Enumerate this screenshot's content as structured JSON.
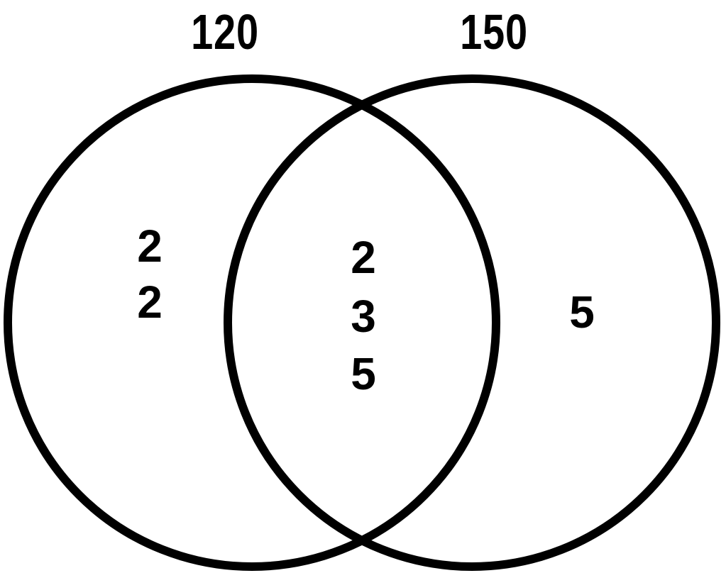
{
  "diagram": {
    "type": "venn",
    "description": "Two-circle Venn diagram of prime factors",
    "left_set_label": "120",
    "right_set_label": "150",
    "left_only_factors": [
      "2",
      "2"
    ],
    "shared_factors": [
      "2",
      "3",
      "5"
    ],
    "right_only_factors": [
      "5"
    ],
    "stroke_color": "#000000",
    "text_color": "#000000",
    "background_color": "#ffffff"
  }
}
